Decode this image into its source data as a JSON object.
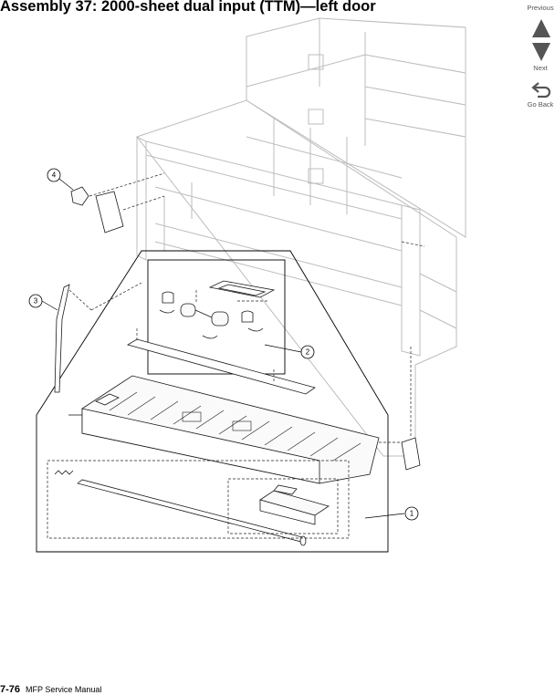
{
  "page": {
    "title": "Assembly 37:  2000-sheet dual input (TTM)—left door",
    "footer_page": "7-76",
    "footer_text": "MFP Service Manual"
  },
  "nav": {
    "previous_label": "Previous",
    "next_label": "Next",
    "go_back_label": "Go Back",
    "icon_color": "#555555"
  },
  "callouts": [
    "1",
    "2",
    "3",
    "4"
  ]
}
